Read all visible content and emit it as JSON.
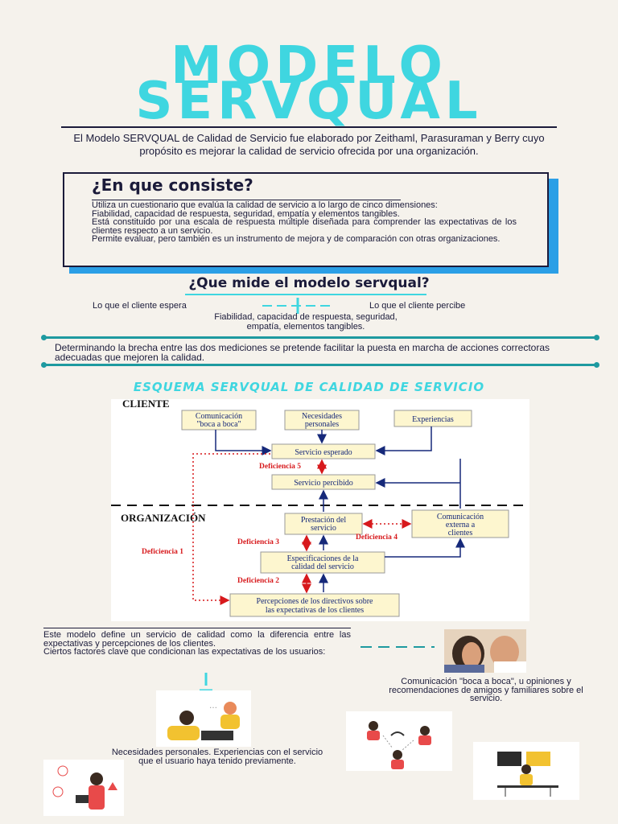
{
  "title": {
    "line1": "MODELO",
    "line2": "SERVQUAL"
  },
  "intro": "El Modelo SERVQUAL de Calidad de Servicio fue elaborado por Zeithaml, Parasuraman y Berry cuyo propósito es mejorar la calidad de servicio ofrecida por una organización.",
  "consiste": {
    "heading": "¿En que consiste?",
    "lines": [
      "Utiliza un cuestionario que evalúa la calidad de servicio a lo largo de cinco dimensiones:",
      "Fiabilidad, capacidad de respuesta, seguridad, empatía y elementos tangibles.",
      "Está constituido por una escala de respuesta múltiple diseñada para comprender las expectativas de los clientes respecto a un servicio.",
      "Permite evaluar, pero también es un instrumento de mejora y de comparación con otras organizaciones."
    ]
  },
  "mide": {
    "heading": "¿Que mide el modelo servqual?",
    "left": "Lo que el cliente espera",
    "right": "Lo que el cliente percibe",
    "center": "Fiabilidad, capacidad de respuesta, seguridad, empatía, elementos tangibles."
  },
  "brecha": "Determinando la brecha entre las dos mediciones se pretende facilitar la puesta en marcha de acciones correctoras adecuadas que mejoren la calidad.",
  "esquema_title": "ESQUEMA SERVQUAL DE CALIDAD DE SERVICIO",
  "diagram": {
    "cliente": "CLIENTE",
    "organizacion": "ORGANIZACIÓN",
    "boca": [
      "Comunicación",
      "\"boca a boca\""
    ],
    "necesidades": [
      "Necesidades",
      "personales"
    ],
    "experiencias": "Experiencias",
    "esperado": "Servicio esperado",
    "percibido": "Servicio percibido",
    "prestacion": [
      "Prestación del",
      "servicio"
    ],
    "externa": [
      "Comunicación",
      "externa a",
      "clientes"
    ],
    "especificaciones": [
      "Especificaciones de la",
      "calidad del servicio"
    ],
    "percepciones": [
      "Percepciones de los directivos sobre",
      "las expectativas de los clientes"
    ],
    "def1": "Deficiencia 1",
    "def2": "Deficiencia 2",
    "def3": "Deficiencia 3",
    "def4": "Deficiencia 4",
    "def5": "Deficiencia 5"
  },
  "footer": {
    "left": "Este modelo define un servicio de calidad como la diferencia entre las expectativas y percepciones de los clientes.",
    "left2": "Ciertos factores clave que condicionan las expectativas de los usuarios:",
    "right": "Comunicación \"boca a boca\", u opiniones y recomendaciones de amigos y familiares sobre el servicio.",
    "bottom": "Necesidades personales. Experiencias con el servicio que el usuario haya tenido previamente."
  },
  "colors": {
    "accent": "#3fd6e0",
    "navy": "#1b1b3a",
    "blue": "#2b9fe6",
    "teal": "#1e9aa0",
    "red": "#d7191c",
    "boxfill": "#fdf6cf"
  }
}
